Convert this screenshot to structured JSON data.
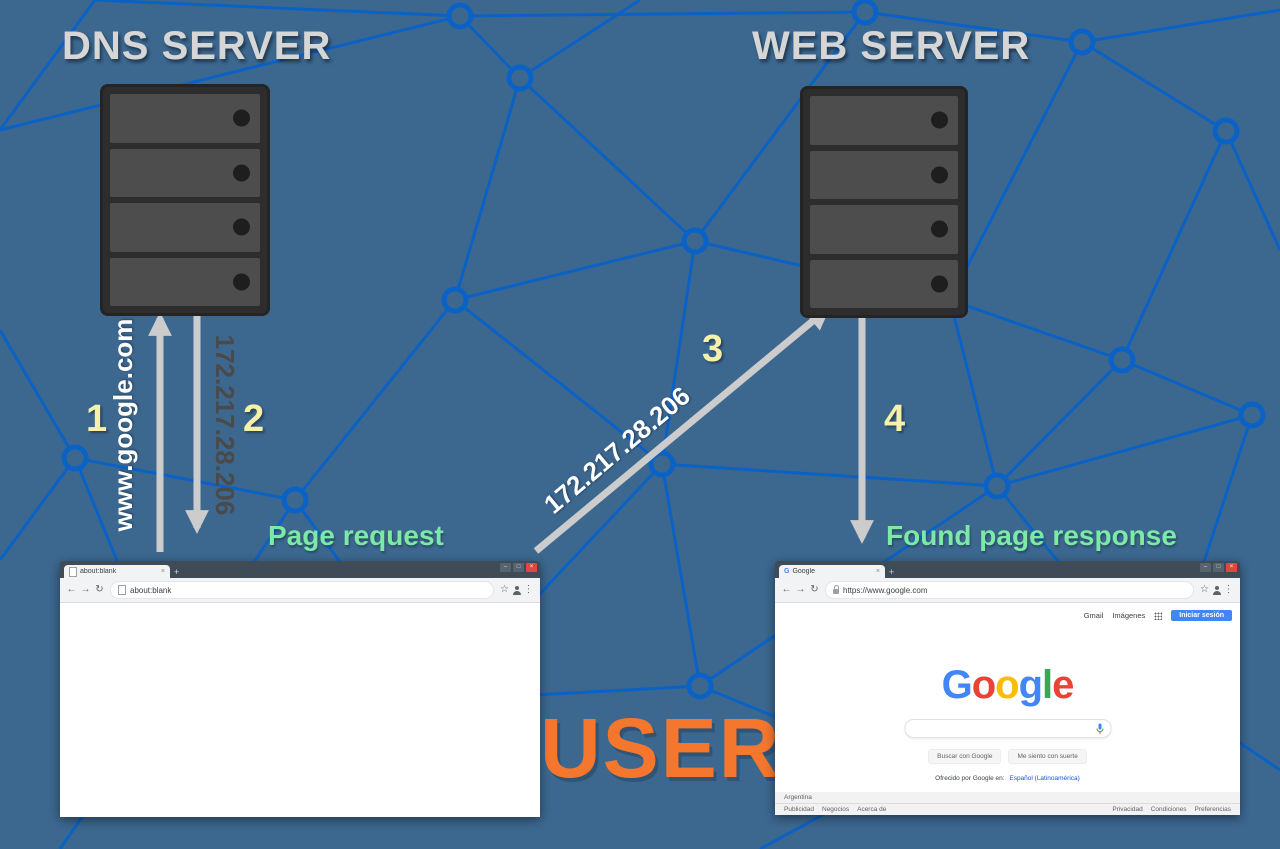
{
  "colors": {
    "background": "#3c678f",
    "mesh": "#0b62c6",
    "arrow": "#cccccc",
    "green": "#7ce9a6",
    "yellow": "#f6f0a8",
    "orange": "#f5772e",
    "server_text": "#d6d6d6",
    "ip_text": "#4a4a4a"
  },
  "diagram": {
    "dns_server": "DNS SERVER",
    "web_server": "WEB SERVER",
    "step1": "1",
    "step2": "2",
    "step3": "3",
    "step4": "4",
    "dns_query": "www.google.com",
    "dns_response": "172.217.28.206",
    "http_request_ip": "172.217.28.206",
    "page_request": "Page request",
    "found_page_response": "Found page response",
    "user": "USER"
  },
  "icons": {
    "back": "←",
    "forward": "→",
    "refresh": "↻",
    "star": "☆",
    "menu": "⋮",
    "tab_close": "×",
    "new_tab": "+",
    "minimize": "–",
    "maximize": "□",
    "close": "×"
  },
  "left_browser": {
    "tab": "about:blank",
    "url": "about:blank"
  },
  "right_browser": {
    "tab": "Google",
    "url": "https://www.google.com",
    "favicon": "G",
    "nav": {
      "gmail": "Gmail",
      "images": "Imágenes",
      "sign_in": "Iniciar sesión"
    },
    "logo": [
      {
        "ch": "G",
        "color": "#4285F4"
      },
      {
        "ch": "o",
        "color": "#EA4335"
      },
      {
        "ch": "o",
        "color": "#FBBC05"
      },
      {
        "ch": "g",
        "color": "#4285F4"
      },
      {
        "ch": "l",
        "color": "#34A853"
      },
      {
        "ch": "e",
        "color": "#EA4335"
      }
    ],
    "buttons": {
      "search": "Buscar con Google",
      "lucky": "Me siento con suerte"
    },
    "offered": "Ofrecido por Google en:",
    "offered_lang": "Español (Latinoamérica)",
    "country": "Argentina",
    "footer_left": [
      "Publicidad",
      "Negocios",
      "Acerca de"
    ],
    "footer_right": [
      "Privacidad",
      "Condiciones",
      "Preferencias"
    ]
  }
}
